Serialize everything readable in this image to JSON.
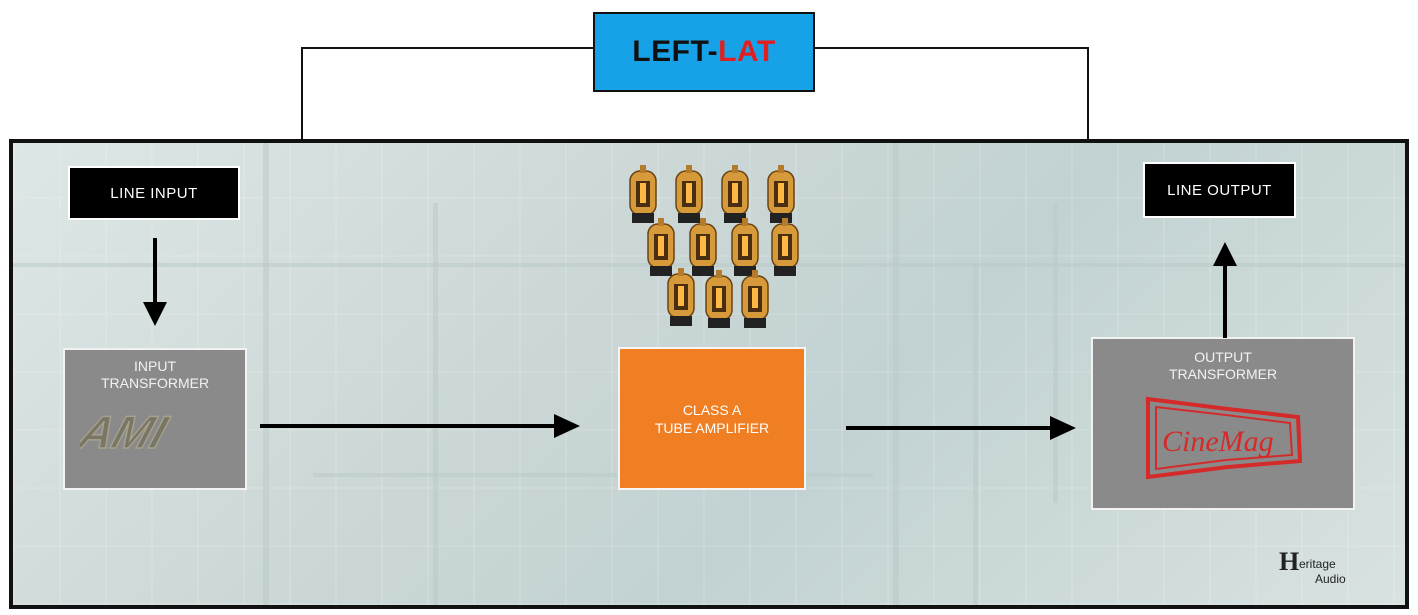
{
  "title": {
    "part1": "LEFT-",
    "part2": "LAT"
  },
  "blocks": {
    "line_input": "LINE  INPUT",
    "input_transformer": {
      "line1": "INPUT",
      "line2": "TRANSFORMER",
      "brand": "AMI"
    },
    "amplifier": {
      "line1": "CLASS A",
      "line2": "TUBE AMPLIFIER"
    },
    "output_transformer": {
      "line1": "OUTPUT",
      "line2": "TRANSFORMER",
      "brand": "CineMag"
    },
    "line_output": "LINE  OUTPUT"
  },
  "logo": {
    "letter": "H",
    "line1": "eritage",
    "line2": "Audio"
  },
  "colors": {
    "title_bg": "#17a2e8",
    "title_accent": "#e02020",
    "amp": "#f07e22",
    "transformer": "#8a8a8a",
    "cinemag": "#d42a2a"
  },
  "icons": [
    "vacuum-tube-icon",
    "arrow-down-icon",
    "arrow-right-icon",
    "arrow-up-icon"
  ]
}
